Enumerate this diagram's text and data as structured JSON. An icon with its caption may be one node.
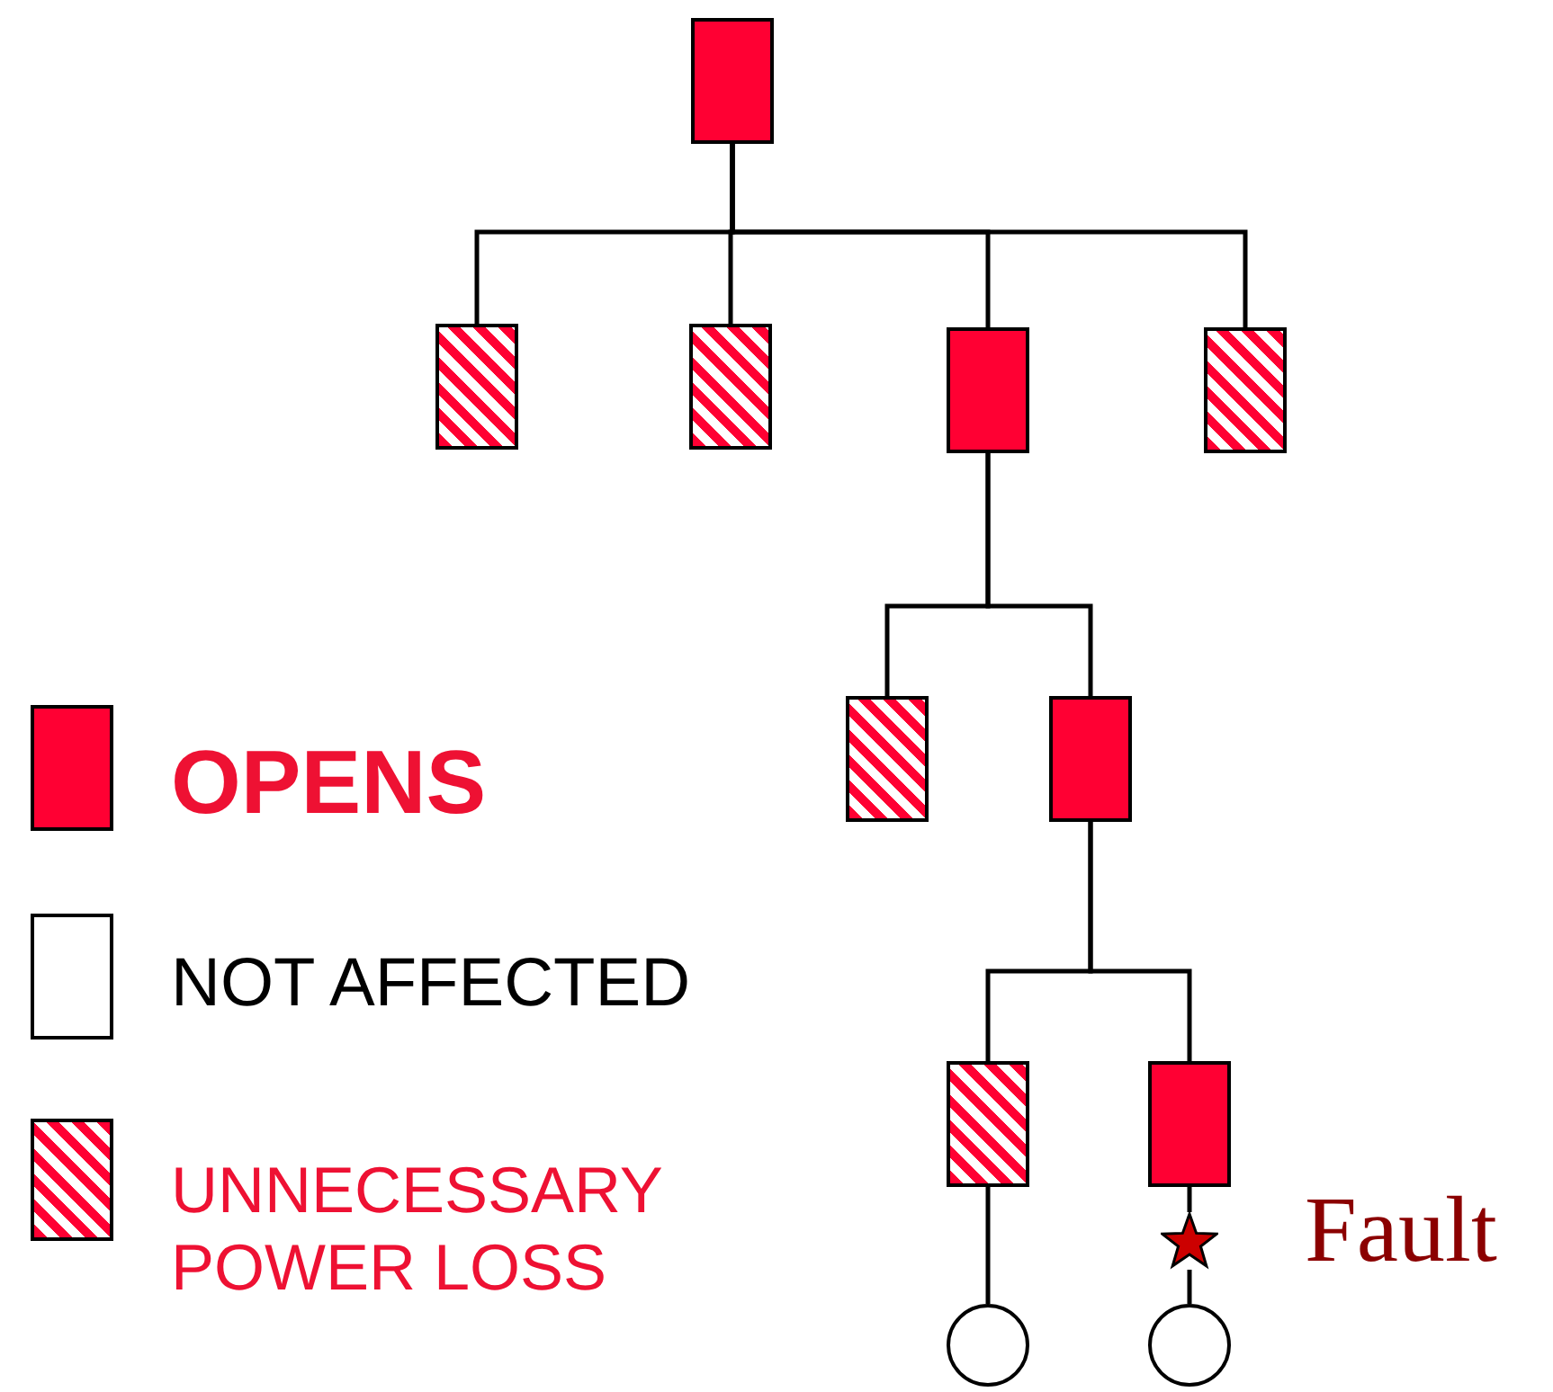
{
  "diagram": {
    "nodes": [
      {
        "text": [],
        "shape": "box"
      },
      {
        "text": [],
        "shape": "box"
      },
      {
        "text": [],
        "shape": "box"
      },
      {
        "text": [],
        "shape": "box"
      },
      {
        "text": [],
        "shape": "box"
      },
      {
        "text": [],
        "shape": "box"
      },
      {
        "text": [],
        "shape": "box"
      },
      {
        "text": [],
        "shape": "box"
      },
      {
        "text": [],
        "shape": "box"
      },
      {
        "text": [],
        "shape": "star",
        "beside": [
          "Fault"
        ]
      },
      {
        "text": [],
        "shape": "circle"
      },
      {
        "text": [],
        "shape": "circle"
      }
    ],
    "edges": [
      {
        "from": 0,
        "to": 1,
        "arrow": "none"
      },
      {
        "from": 0,
        "to": 2,
        "arrow": "none"
      },
      {
        "from": 0,
        "to": 3,
        "arrow": "none"
      },
      {
        "from": 0,
        "to": 4,
        "arrow": "none"
      },
      {
        "from": 3,
        "to": 5,
        "arrow": "none"
      },
      {
        "from": 3,
        "to": 6,
        "arrow": "none"
      },
      {
        "from": 6,
        "to": 7,
        "arrow": "none"
      },
      {
        "from": 6,
        "to": 8,
        "arrow": "none"
      },
      {
        "from": 8,
        "to": 9,
        "arrow": "none"
      },
      {
        "from": 7,
        "to": 10,
        "arrow": "none"
      },
      {
        "from": 9,
        "to": 11,
        "arrow": "none"
      }
    ],
    "legend": [
      {
        "text": "OPENS",
        "color": "#ff0033"
      },
      {
        "text": "NOT AFFECTED",
        "color": "#ffffff"
      },
      {
        "text": "UNNECESSARY POWER LOSS"
      }
    ]
  }
}
